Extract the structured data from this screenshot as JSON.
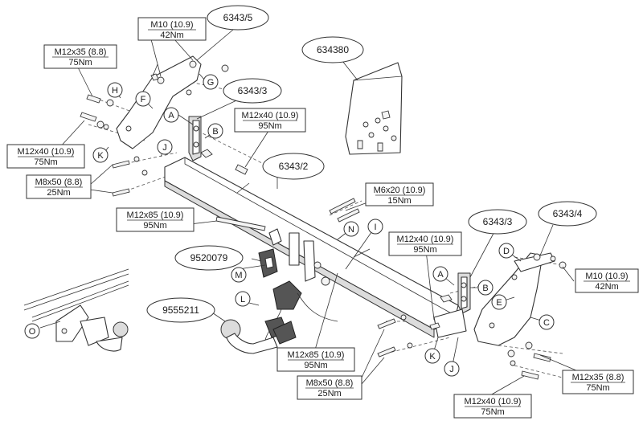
{
  "part_numbers": {
    "p6343_5": "6343/5",
    "p634380": "634380",
    "p6343_3a": "6343/3",
    "p6343_2": "6343/2",
    "p6343_3b": "6343/3",
    "p6343_4": "6343/4",
    "p9520079": "9520079",
    "p9555211": "9555211"
  },
  "specs": [
    {
      "size": "M10 (10.9)",
      "torque": "42Nm"
    },
    {
      "size": "M12x35 (8.8)",
      "torque": "75Nm"
    },
    {
      "size": "M12x40 (10.9)",
      "torque": "95Nm"
    },
    {
      "size": "M12x40 (10.9)",
      "torque": "75Nm"
    },
    {
      "size": "M8x50 (8.8)",
      "torque": "25Nm"
    },
    {
      "size": "M6x20 (10.9)",
      "torque": "15Nm"
    },
    {
      "size": "M12x85 (10.9)",
      "torque": "95Nm"
    },
    {
      "size": "M12x40 (10.9)",
      "torque": "95Nm"
    },
    {
      "size": "M10 (10.9)",
      "torque": "42Nm"
    },
    {
      "size": "M12x85 (10.9)",
      "torque": "95Nm"
    },
    {
      "size": "M8x50 (8.8)",
      "torque": "25Nm"
    },
    {
      "size": "M12x35 (8.8)",
      "torque": "75Nm"
    },
    {
      "size": "M12x40 (10.9)",
      "torque": "75Nm"
    }
  ],
  "letters": [
    "A",
    "B",
    "C",
    "D",
    "E",
    "F",
    "G",
    "H",
    "I",
    "J",
    "K",
    "L",
    "M",
    "N",
    "O"
  ],
  "callouts": {
    "A1": "A",
    "B1": "B",
    "F": "F",
    "G": "G",
    "H": "H",
    "J1": "J",
    "K1": "K",
    "N": "N",
    "I": "I",
    "M": "M",
    "L": "L",
    "O": "O",
    "A2": "A",
    "B2": "B",
    "D": "D",
    "E": "E",
    "C": "C",
    "K2": "K",
    "J2": "J"
  }
}
